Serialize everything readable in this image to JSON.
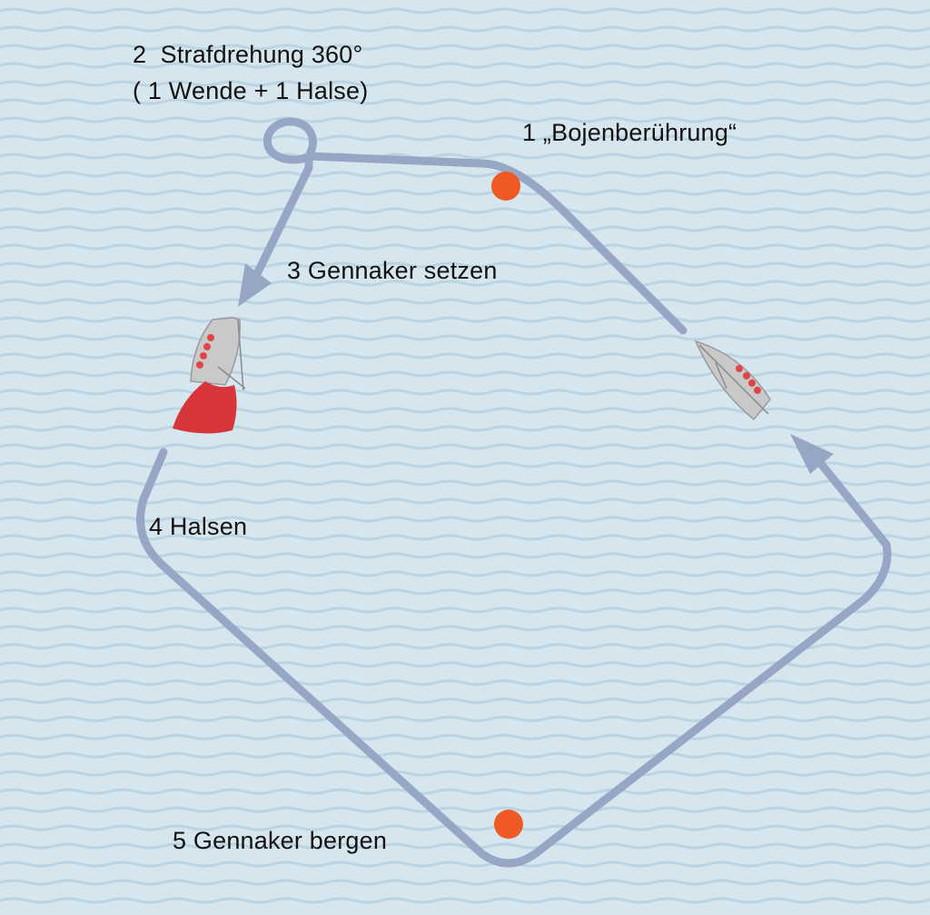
{
  "colors": {
    "water": "#d6e6ef",
    "wave": "#b9d2df",
    "course_line": "#96a6c4",
    "buoy": "#ef5a24",
    "gennaker": "#d7353a",
    "hull": "#c9c9c9",
    "crew": "#e04646"
  },
  "labels": {
    "step2_line1": "2  Strafdrehung 360°",
    "step2_line2": "( 1 Wende + 1 Halse)",
    "step1": "1 „Bojenberührung“",
    "step3": "3 Gennaker setzen",
    "step4": "4 Halsen",
    "step5": "5 Gennaker bergen"
  },
  "icons": {
    "buoy": "orange-circle",
    "boat": "sailboat-top-view",
    "arrow": "arrowhead"
  }
}
